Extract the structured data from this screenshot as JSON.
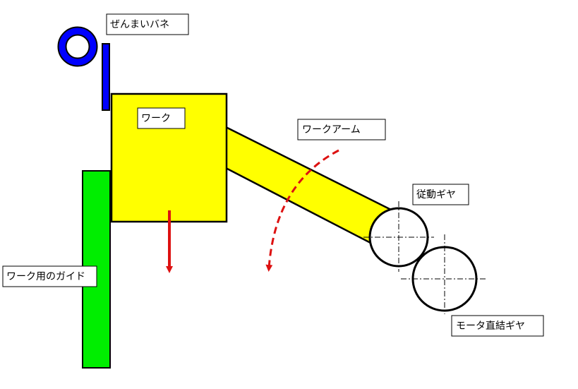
{
  "labels": {
    "spring": "ぜんまいバネ",
    "work": "ワーク",
    "work_arm": "ワークアーム",
    "driven_gear": "従動ギヤ",
    "work_guide": "ワーク用のガイド",
    "motor_gear": "モータ直結ギヤ"
  },
  "colors": {
    "spring": "#0000ff",
    "work": "#ffff00",
    "guide": "#00ee00",
    "arrow": "#dd1111",
    "outline": "#000000"
  }
}
